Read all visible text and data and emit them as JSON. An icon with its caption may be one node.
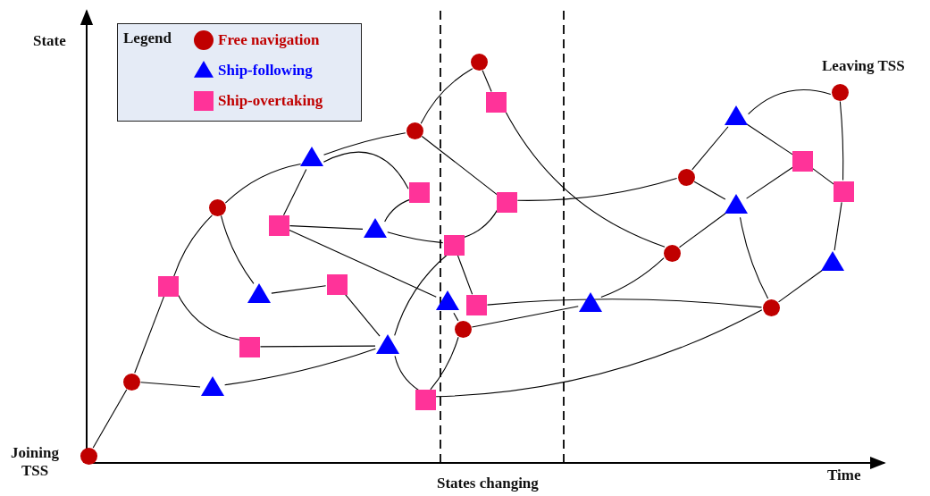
{
  "diagram": {
    "nodes": [
      {
        "text": [],
        "shape": "circle",
        "beside": [
          "Joining TSS"
        ]
      },
      {
        "text": [],
        "shape": "circle"
      },
      {
        "text": [],
        "shape": "box"
      },
      {
        "text": [],
        "shape": "triangle"
      },
      {
        "text": [],
        "shape": "circle"
      },
      {
        "text": [],
        "shape": "box"
      },
      {
        "text": [],
        "shape": "triangle"
      },
      {
        "text": [],
        "shape": "box"
      },
      {
        "text": [],
        "shape": "triangle"
      },
      {
        "text": [],
        "shape": "box"
      },
      {
        "text": [],
        "shape": "triangle"
      },
      {
        "text": [],
        "shape": "triangle"
      },
      {
        "text": [],
        "shape": "circle"
      },
      {
        "text": [],
        "shape": "box"
      },
      {
        "text": [],
        "shape": "box"
      },
      {
        "text": [],
        "shape": "triangle"
      },
      {
        "text": [],
        "shape": "box"
      },
      {
        "text": [],
        "shape": "circle"
      },
      {
        "text": [],
        "shape": "box"
      },
      {
        "text": [],
        "shape": "circle"
      },
      {
        "text": [],
        "shape": "box"
      },
      {
        "text": [],
        "shape": "box"
      },
      {
        "text": [],
        "shape": "triangle"
      },
      {
        "text": [],
        "shape": "circle"
      },
      {
        "text": [],
        "shape": "circle"
      },
      {
        "text": [],
        "shape": "triangle"
      },
      {
        "text": [],
        "shape": "triangle"
      },
      {
        "text": [],
        "shape": "circle"
      },
      {
        "text": [],
        "shape": "box"
      },
      {
        "text": [],
        "shape": "triangle"
      },
      {
        "text": [],
        "shape": "circle",
        "beside": [
          "Leaving TSS"
        ]
      },
      {
        "text": [],
        "shape": "box"
      }
    ],
    "edges": [
      {
        "from": 0,
        "to": 1,
        "arrow": "none"
      },
      {
        "from": 1,
        "to": 2,
        "arrow": "none"
      },
      {
        "from": 2,
        "to": 4,
        "arrow": "none"
      },
      {
        "from": 4,
        "to": 8,
        "arrow": "none"
      },
      {
        "from": 8,
        "to": 12,
        "arrow": "none"
      },
      {
        "from": 12,
        "to": 19,
        "arrow": "none"
      },
      {
        "from": 19,
        "to": 20,
        "arrow": "none"
      },
      {
        "from": 20,
        "to": 23,
        "arrow": "none"
      },
      {
        "from": 12,
        "to": 21,
        "arrow": "none"
      },
      {
        "from": 21,
        "to": 24,
        "arrow": "none"
      },
      {
        "from": 24,
        "to": 25,
        "arrow": "none"
      },
      {
        "from": 25,
        "to": 30,
        "arrow": "none"
      },
      {
        "from": 30,
        "to": 31,
        "arrow": "none"
      },
      {
        "from": 25,
        "to": 28,
        "arrow": "none"
      },
      {
        "from": 28,
        "to": 31,
        "arrow": "none"
      },
      {
        "from": 28,
        "to": 26,
        "arrow": "none"
      },
      {
        "from": 24,
        "to": 26,
        "arrow": "none"
      },
      {
        "from": 26,
        "to": 23,
        "arrow": "none"
      },
      {
        "from": 23,
        "to": 22,
        "arrow": "none"
      },
      {
        "from": 17,
        "to": 22,
        "arrow": "none"
      },
      {
        "from": 18,
        "to": 27,
        "arrow": "none"
      },
      {
        "from": 26,
        "to": 27,
        "arrow": "none"
      },
      {
        "from": 27,
        "to": 29,
        "arrow": "none"
      },
      {
        "from": 29,
        "to": 31,
        "arrow": "none"
      },
      {
        "from": 27,
        "to": 14,
        "arrow": "none"
      },
      {
        "from": 14,
        "to": 17,
        "arrow": "none"
      },
      {
        "from": 11,
        "to": 14,
        "arrow": "none"
      },
      {
        "from": 9,
        "to": 11,
        "arrow": "none"
      },
      {
        "from": 6,
        "to": 9,
        "arrow": "none"
      },
      {
        "from": 4,
        "to": 6,
        "arrow": "none"
      },
      {
        "from": 1,
        "to": 3,
        "arrow": "none"
      },
      {
        "from": 3,
        "to": 11,
        "arrow": "none"
      },
      {
        "from": 2,
        "to": 5,
        "arrow": "none"
      },
      {
        "from": 5,
        "to": 11,
        "arrow": "none"
      },
      {
        "from": 11,
        "to": 16,
        "arrow": "none"
      },
      {
        "from": 16,
        "to": 18,
        "arrow": "none"
      },
      {
        "from": 16,
        "to": 21,
        "arrow": "none"
      },
      {
        "from": 10,
        "to": 16,
        "arrow": "none"
      },
      {
        "from": 10,
        "to": 13,
        "arrow": "none"
      },
      {
        "from": 7,
        "to": 10,
        "arrow": "none"
      },
      {
        "from": 7,
        "to": 8,
        "arrow": "none"
      },
      {
        "from": 7,
        "to": 15,
        "arrow": "none"
      },
      {
        "from": 8,
        "to": 13,
        "arrow": "none"
      },
      {
        "from": 15,
        "to": 17,
        "arrow": "none"
      }
    ],
    "labels": [
      "State",
      "Legend",
      "Time",
      "States changing"
    ],
    "legend": [
      {
        "text": "Free navigation",
        "color": "#c00000"
      },
      {
        "text": "Ship-following",
        "color": "#0000ff"
      },
      {
        "text": "Ship-overtaking",
        "color": "#ff3399"
      }
    ]
  }
}
